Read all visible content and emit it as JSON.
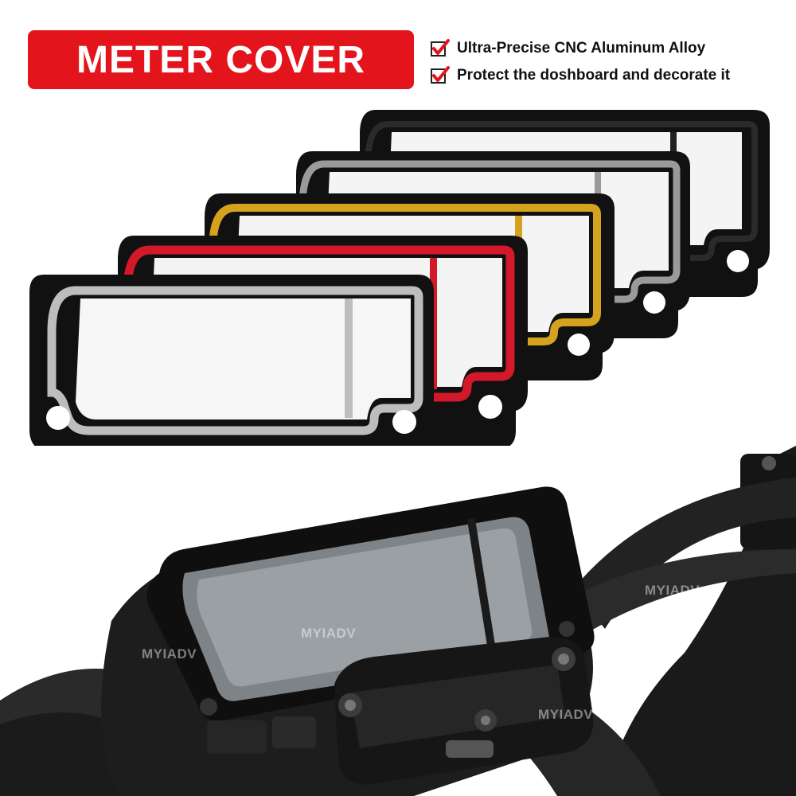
{
  "banner": {
    "title": "METER COVER"
  },
  "features": [
    {
      "text": "Ultra-Precise CNC Aluminum Alloy",
      "icon": "checkmark-icon"
    },
    {
      "text": "Protect the doshboard and decorate it",
      "icon": "checkmark-icon"
    }
  ],
  "watermarks": [
    "MYIADV",
    "MYIADV",
    "MYIADV",
    "MYIADV"
  ],
  "colors": {
    "banner_red": "#e3141b",
    "frame_black": "#111111",
    "trim_silver": "#b9b9b9",
    "trim_red": "#d3182a",
    "trim_gold": "#d4a21f",
    "trim_gray": "#8f8f8f",
    "trim_black": "#1e1e1e"
  }
}
